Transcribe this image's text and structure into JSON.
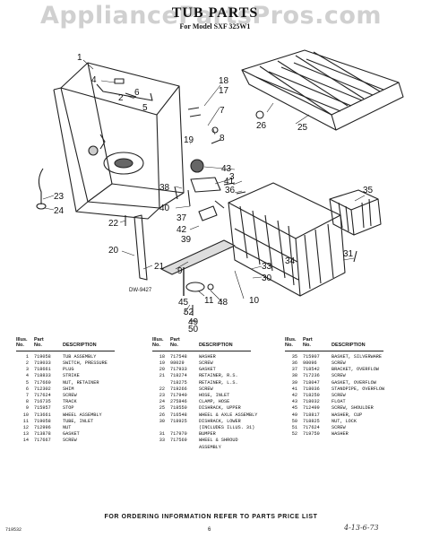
{
  "watermark": "AppliancePartsPros.com",
  "title": "TUB PARTS",
  "subtitle": "For Model SXF 325W1",
  "diagram_code": "DW-9427",
  "callouts": [
    "1",
    "4",
    "2",
    "6",
    "5",
    "18",
    "17",
    "7",
    "8",
    "19",
    "3",
    "43",
    "38",
    "41",
    "36",
    "40",
    "37",
    "42",
    "39",
    "35",
    "25",
    "26",
    "23",
    "24",
    "22",
    "20",
    "21",
    "9",
    "33",
    "30",
    "34",
    "31",
    "11",
    "48",
    "10",
    "45",
    "52",
    "49",
    "50"
  ],
  "table_headers": {
    "illus": "Illus.",
    "part": "Part",
    "no": "No.",
    "no2": "No.",
    "description": "DESCRIPTION"
  },
  "parts_columns": [
    [
      [
        "1",
        "719058",
        "TUB ASSEMBLY"
      ],
      [
        "2",
        "719033",
        "SWITCH, PRESSURE"
      ],
      [
        "3",
        "718661",
        "PLUG"
      ],
      [
        "4",
        "718833",
        "STRIKE"
      ],
      [
        "5",
        "717660",
        "NUT, RETAINER"
      ],
      [
        "6",
        "712302",
        "SHIM"
      ],
      [
        "7",
        "717624",
        "SCREW"
      ],
      [
        "8",
        "716735",
        "TRACK"
      ],
      [
        "9",
        "715957",
        "STOP"
      ],
      [
        "10",
        "713661",
        "WHEEL ASSEMBLY"
      ],
      [
        "11",
        "719058",
        "TUBE, INLET"
      ],
      [
        "12",
        "712996",
        "NUT"
      ],
      [
        "13",
        "713878",
        "GASKET"
      ],
      [
        "14",
        "717667",
        "SCREW"
      ]
    ],
    [
      [
        "18",
        "717548",
        "WASHER"
      ],
      [
        "19",
        "98029",
        "SCREW"
      ],
      [
        "20",
        "717933",
        "GASKET"
      ],
      [
        "21",
        "718274",
        "RETAINER, R.S."
      ],
      [
        "",
        "718275",
        "RETAINER, L.S."
      ],
      [
        "22",
        "719266",
        "SCREW"
      ],
      [
        "23",
        "717940",
        "HOSE, INLET"
      ],
      [
        "24",
        "275846",
        "CLAMP, HOSE"
      ],
      [
        "25",
        "718550",
        "DISHRACK, UPPER"
      ],
      [
        "26",
        "716548",
        "WHEEL & AXLE ASSEMBLY"
      ],
      [
        "30",
        "718925",
        "DISHRACK, LOWER"
      ],
      [
        "",
        "",
        "(INCLUDES ILLUS. 31)"
      ],
      [
        "31",
        "717970",
        "BUMPER"
      ],
      [
        "33",
        "717569",
        "WHEEL & SHROUD"
      ],
      [
        "",
        "",
        "ASSEMBLY"
      ]
    ],
    [
      [
        "35",
        "715907",
        "BASKET, SILVERWARE"
      ],
      [
        "36",
        "98096",
        "SCREW"
      ],
      [
        "37",
        "718542",
        "BRACKET, OVERFLOW"
      ],
      [
        "38",
        "717236",
        "SCREW"
      ],
      [
        "39",
        "718047",
        "GASKET, OVERFLOW"
      ],
      [
        "41",
        "718036",
        "STANDPIPE, OVERFLOW"
      ],
      [
        "42",
        "718250",
        "SCREW"
      ],
      [
        "43",
        "718032",
        "FLOAT"
      ],
      [
        "45",
        "712499",
        "SCREW, SHOULDER"
      ],
      [
        "49",
        "718817",
        "WASHER, CUP"
      ],
      [
        "50",
        "718825",
        "NUT, LOCK"
      ],
      [
        "51",
        "717624",
        "SCREW"
      ],
      [
        "52",
        "719750",
        "WASHER"
      ]
    ]
  ],
  "footer": "FOR ORDERING INFORMATION REFER TO PARTS PRICE LIST",
  "page_code": "719532",
  "page_number": "6",
  "handwritten_note": "4-13-6-73"
}
